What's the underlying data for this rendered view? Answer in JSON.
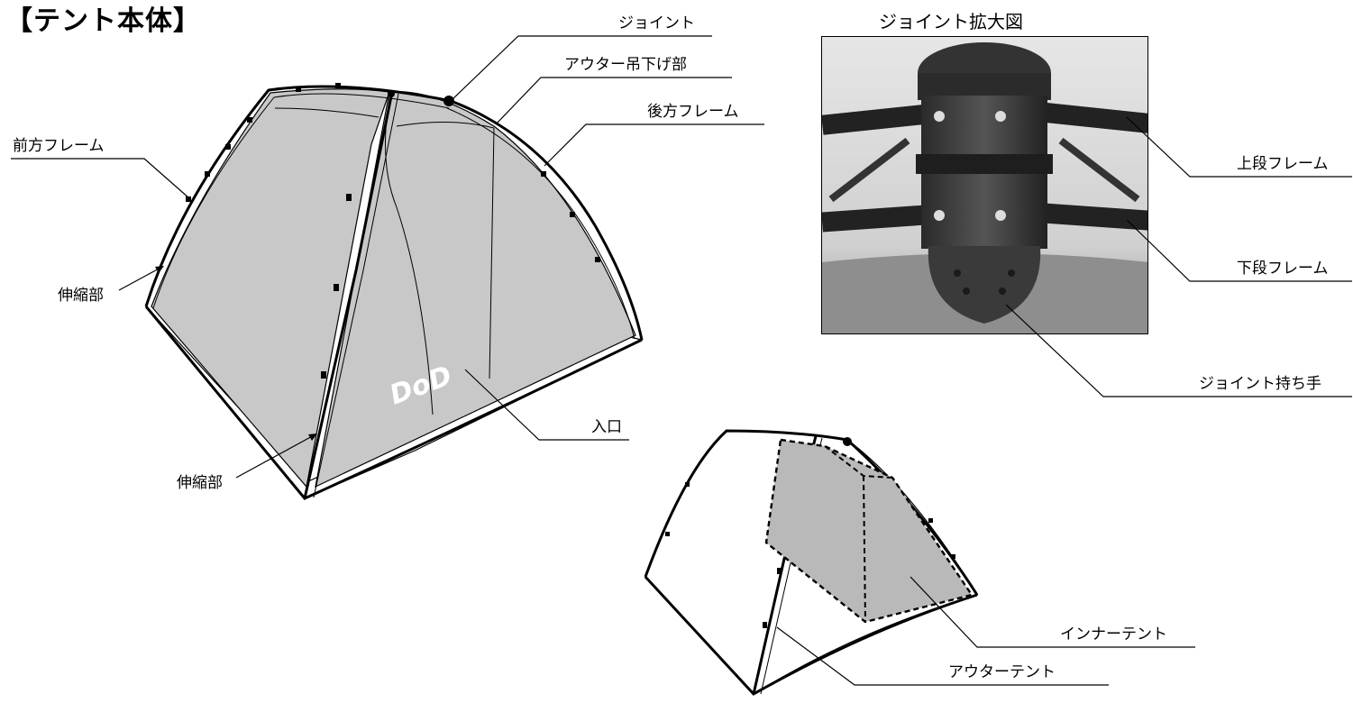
{
  "title": "【テント本体】",
  "zoom_caption": "ジョイント拡大図",
  "brand_mark": "DoD",
  "labels": {
    "joint": "ジョイント",
    "outer_hanger": "アウター吊下げ部",
    "rear_frame": "後方フレーム",
    "front_frame": "前方フレーム",
    "telescopic_1": "伸縮部",
    "telescopic_2": "伸縮部",
    "entrance": "入口",
    "upper_frame": "上段フレーム",
    "lower_frame": "下段フレーム",
    "joint_handle": "ジョイント持ち手",
    "inner_tent": "インナーテント",
    "outer_tent": "アウターテント"
  },
  "colors": {
    "fabric": "#c8c8c8",
    "inner_fill": "#b9b9b9",
    "line": "#000000",
    "photo_bg": "#9a9a9a"
  }
}
